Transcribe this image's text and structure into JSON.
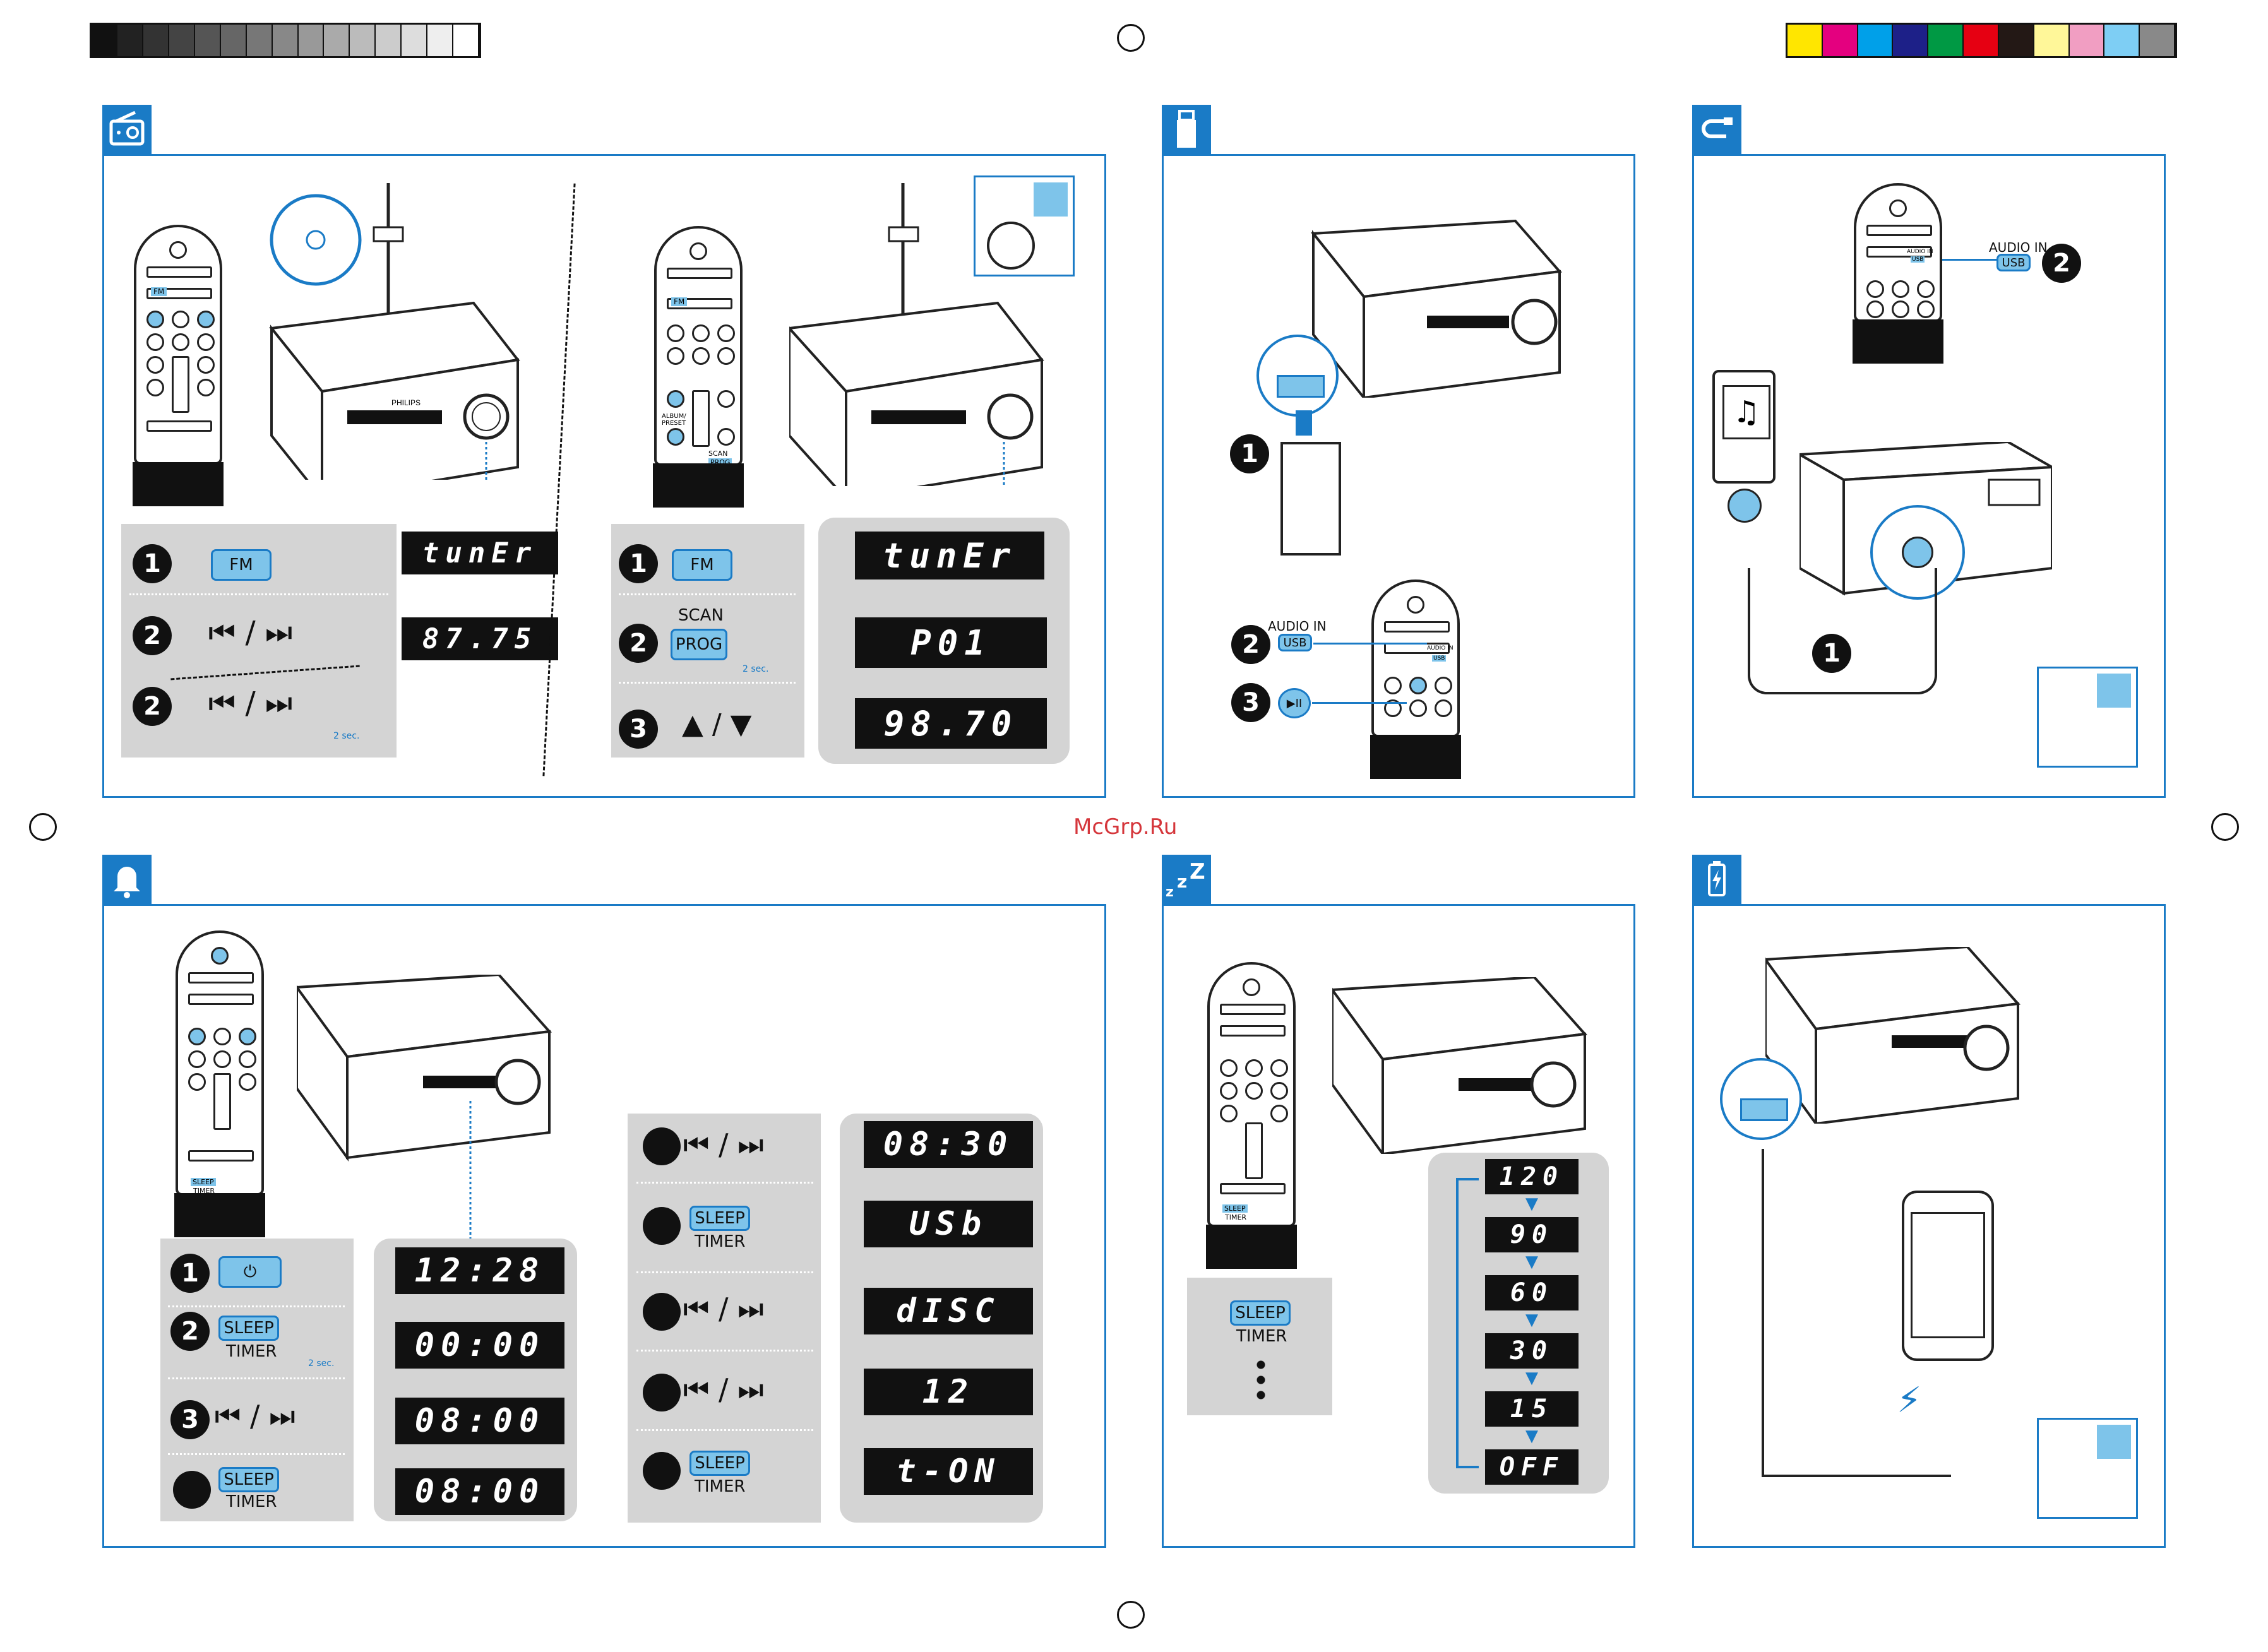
{
  "colors": {
    "accent": "#1a7bc6",
    "light_blue": "#7ec4ea",
    "panel_grey": "#d4d4d4",
    "lcd": "#111111"
  },
  "calibration": {
    "grey_ramp": [
      "#111111",
      "#222222",
      "#333333",
      "#444444",
      "#555555",
      "#666666",
      "#777777",
      "#888888",
      "#999999",
      "#aaaaaa",
      "#bbbbbb",
      "#cccccc",
      "#dddddd",
      "#eeeeee",
      "#ffffff"
    ],
    "color_bar": [
      "#ffe600",
      "#e4007f",
      "#00a0e9",
      "#1d2088",
      "#009944",
      "#e60012",
      "#231815",
      "#fff799",
      "#f19ec2",
      "#7ecef4",
      "#898989"
    ]
  },
  "watermark": "McGrp.Ru",
  "radio": {
    "icon": "radio-icon",
    "remote_fm": "FM",
    "remote2_fm": "FM",
    "remote2_album_preset": "ALBUM/ PRESET",
    "remote2_scan": "SCAN",
    "remote2_prog": "PROG",
    "left_steps": [
      {
        "num": "1",
        "label": "FM"
      },
      {
        "num": "2",
        "symbol": "⏮ / ⏭"
      },
      {
        "num": "2",
        "symbol": "⏮ / ⏭",
        "hold": "2 sec."
      }
    ],
    "left_displays": [
      "tunEr",
      "87.75"
    ],
    "right_steps": [
      {
        "num": "1",
        "label": "FM"
      },
      {
        "num": "2",
        "top": "SCAN",
        "label": "PROG",
        "hold": "2 sec."
      },
      {
        "num": "3",
        "symbol": "▲ / ▼"
      }
    ],
    "right_displays": [
      "tunEr",
      "P01",
      "98.70"
    ],
    "brand": "PHILIPS"
  },
  "usb": {
    "icon": "usb-stick-icon",
    "steps": [
      {
        "num": "1"
      },
      {
        "num": "2",
        "top": "AUDIO IN",
        "label": "USB"
      },
      {
        "num": "3",
        "label": "▶II"
      }
    ],
    "remote_audio_in": "AUDIO IN",
    "remote_usb": "USB"
  },
  "audioin": {
    "icon": "audio-cable-icon",
    "remote_audio_in": "AUDIO IN",
    "remote_usb": "USB",
    "callout_top": "AUDIO IN",
    "callout_label": "USB",
    "callout_num": "2",
    "cable_num": "1"
  },
  "alarm": {
    "icon": "bell-icon",
    "remote_sleep": "SLEEP",
    "remote_timer": "TIMER",
    "steps": [
      {
        "num": "1",
        "label": "⏻"
      },
      {
        "num": "2",
        "label": "SLEEP",
        "sub": "TIMER",
        "hold": "2 sec."
      },
      {
        "num": "3",
        "symbol": "⏮ / ⏭"
      },
      {
        "num": "",
        "label": "SLEEP",
        "sub": "TIMER"
      }
    ],
    "displays": [
      "12:28",
      "00:00",
      "08:00",
      "08:00"
    ],
    "steps2": [
      {
        "symbol": "⏮ / ⏭"
      },
      {
        "label": "SLEEP",
        "sub": "TIMER"
      },
      {
        "symbol": "⏮ / ⏭"
      },
      {
        "symbol": "⏮ / ⏭"
      },
      {
        "label": "SLEEP",
        "sub": "TIMER"
      }
    ],
    "displays2": [
      "08:30",
      "USb",
      "dISC",
      "12",
      "t-ON"
    ]
  },
  "sleep": {
    "icon": "sleep-zzz-icon",
    "remote_sleep": "SLEEP",
    "remote_timer": "TIMER",
    "step_label": "SLEEP",
    "step_sub": "TIMER",
    "values": [
      "120",
      "90",
      "60",
      "30",
      "15",
      "OFF"
    ]
  },
  "charge": {
    "icon": "battery-charge-icon"
  }
}
